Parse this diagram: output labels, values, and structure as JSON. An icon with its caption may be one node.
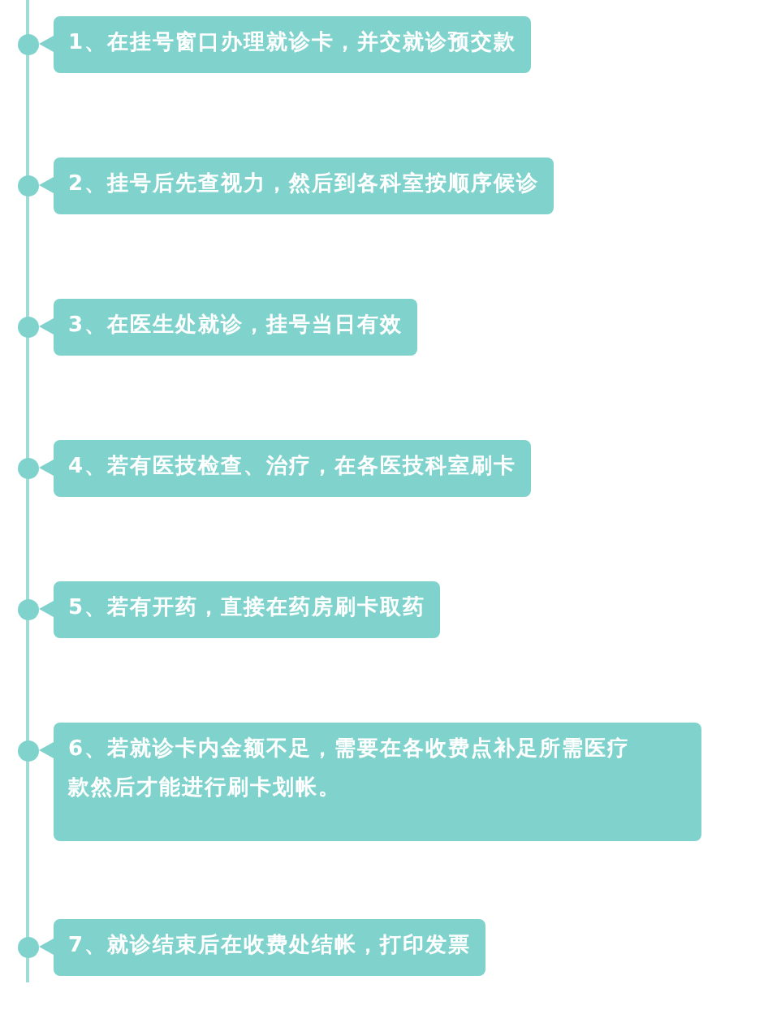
{
  "diagram": {
    "nodes": [
      {
        "text": [
          "1、在挂号窗口办理就诊卡，并交就诊预交款"
        ]
      },
      {
        "text": [
          "2、挂号后先查视力，然后到各科室按顺序候诊"
        ]
      },
      {
        "text": [
          "3、在医生处就诊，挂号当日有效"
        ]
      },
      {
        "text": [
          "4、若有医技检查、治疗，在各医技科室刷卡"
        ]
      },
      {
        "text": [
          "5、若有开药，直接在药房刷卡取药"
        ]
      },
      {
        "text": [
          "6、若就诊卡内金额不足，需要在各收费点补足所需医疗款然后才能进行刷卡划帐。"
        ]
      },
      {
        "text": [
          "7、就诊结束后在收费处结帐，打印发票"
        ]
      }
    ]
  }
}
